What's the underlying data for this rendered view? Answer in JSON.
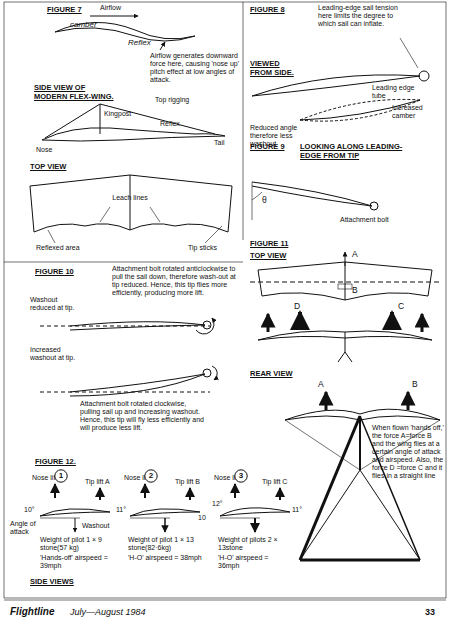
{
  "diagram": {
    "nodes": [
      {
        "text": [
          "1"
        ]
      },
      {
        "text": [
          "2"
        ]
      },
      {
        "text": [
          "3"
        ]
      }
    ],
    "labels": [
      "FIGURE 7",
      "Airflow",
      "camber",
      "Reflex",
      "Airflow generates downward force here, causing 'nose up' pitch effect at low angles of attack.",
      "SIDE VIEW OF MODERN FLEX-WING.",
      "Top rigging",
      "Kingpost",
      "Reflex",
      "Tail",
      "Nose",
      "TOP VIEW",
      "Leach lines",
      "Reflexed area",
      "Tip sticks",
      "FIGURE 8",
      "Leading-edge sail tension here limits the degree to which sail can inflate.",
      "VIEWED FROM SIDE.",
      "Leading edge tube",
      "Increased camber",
      "Reduced angle therefore less washout",
      "FIGURE 9",
      "LOOKING ALONG LEADING-EDGE FROM TIP",
      "θ",
      "Attachment bolt",
      "FIGURE 11",
      "TOP VIEW",
      "A",
      "B",
      "D",
      "C",
      "REAR VIEW",
      "A",
      "B",
      "When flown 'hands off,' the force A=force B and the wing flies at a certain angle of attack and airspeed. Also, the force D =force C and it flies in a straight line",
      "FIGURE 10",
      "Attachment bolt rotated anticlockwise to pull the sail down, therefore wash-out at tip reduced. Hence, this tip flies more efficiently, producing more lift.",
      "Washout reduced at tip.",
      "Increased washout at tip.",
      "Attachment bolt rotated clockwise, pulling sail up and increasing washout. Hence, this tip will fly less efficiently and will produce less lift.",
      "FIGURE 12.",
      "Nose lift X",
      "Tip lift A",
      "Nose lift Y",
      "Tip lift B",
      "Nose lift Z",
      "Tip lift C",
      "10°",
      "Washout",
      "Angle of attack",
      "11°",
      "10",
      "12°",
      "11°",
      "Weight of pilot 1 × 9 stone(57 kg)",
      "'Hands-off' airspeed = 39mph",
      "Weight of pilot 1 × 13 stone(82·6kg)",
      "'H-O' airspeed = 38mph",
      "Weight of pilots 2 × 13stone",
      "'H-O' airspeed = 36mph",
      "SIDE VIEWS",
      "Flightline",
      "July—August 1984",
      "33"
    ]
  }
}
